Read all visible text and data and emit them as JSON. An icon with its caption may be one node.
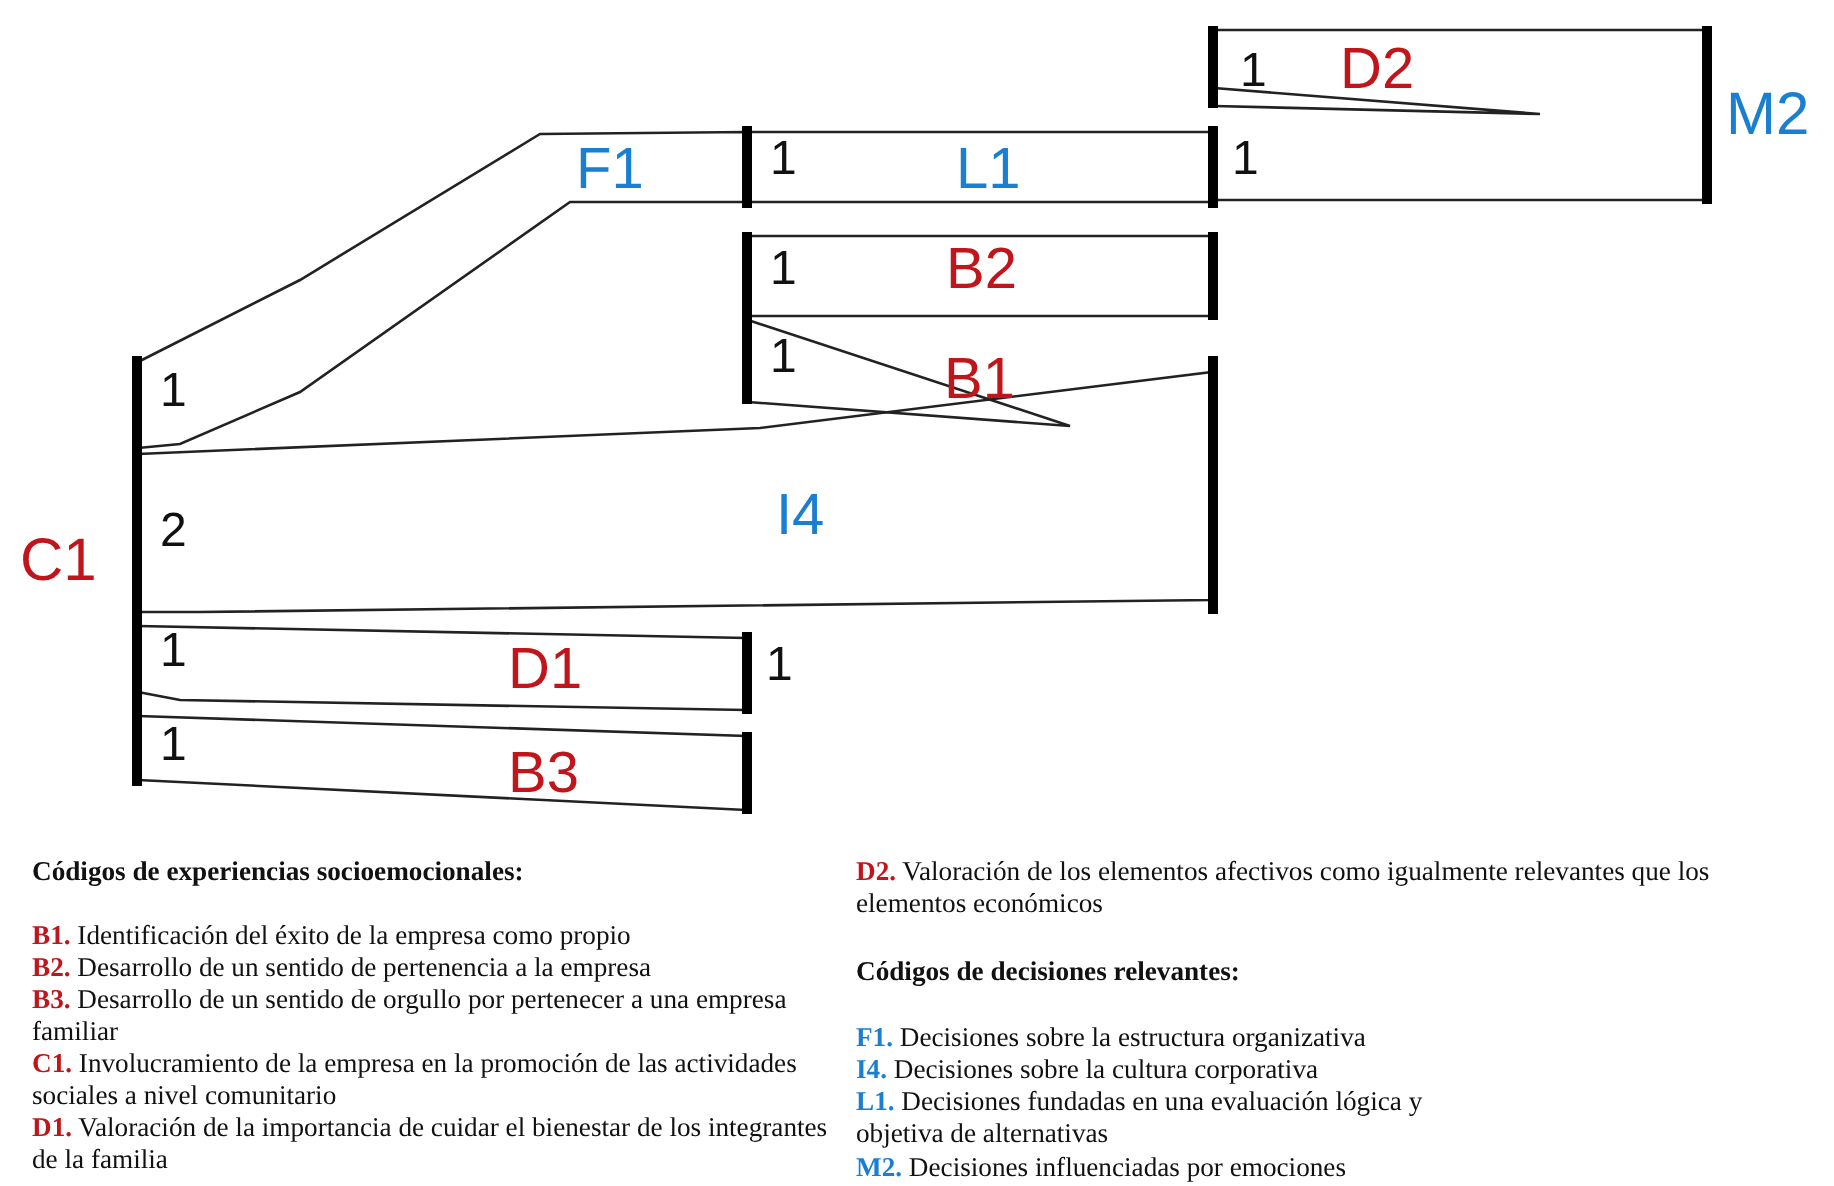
{
  "diagram": {
    "nodes": [
      {
        "text": [
          "C1"
        ],
        "beside": [
          "1",
          "2",
          "1",
          "1"
        ]
      },
      {
        "text": [],
        "shape": "bar",
        "beside": [
          "1"
        ]
      },
      {
        "text": [],
        "shape": "bar",
        "beside": [
          "1"
        ]
      },
      {
        "text": [],
        "shape": "bar",
        "beside": [
          "1"
        ]
      },
      {
        "text": [
          "M2"
        ]
      },
      {
        "text": [],
        "shape": "bar",
        "beside": [
          "1",
          "1"
        ]
      },
      {
        "text": [],
        "shape": "bar"
      },
      {
        "text": [],
        "shape": "bar"
      },
      {
        "text": [],
        "shape": "bar",
        "beside": [
          "1"
        ]
      },
      {
        "text": [],
        "shape": "bar"
      }
    ],
    "edges": [
      {
        "from": 0,
        "to": 1,
        "arrow": "none",
        "label": "F1"
      },
      {
        "from": 1,
        "to": 2,
        "arrow": "none",
        "label": "L1"
      },
      {
        "from": 2,
        "to": 4,
        "arrow": "none"
      },
      {
        "from": 3,
        "to": null,
        "arrow": "none",
        "label": "D2"
      },
      {
        "from": 5,
        "to": 6,
        "arrow": "none",
        "label": "B2"
      },
      {
        "from": 5,
        "to": null,
        "arrow": "none",
        "label": "B1"
      },
      {
        "from": 0,
        "to": 7,
        "arrow": "none",
        "label": "I4"
      },
      {
        "from": 0,
        "to": 8,
        "arrow": "none",
        "label": "D1"
      },
      {
        "from": 0,
        "to": 9,
        "arrow": "none",
        "label": "B3"
      },
      {
        "from": 3,
        "to": 4,
        "arrow": "none"
      }
    ],
    "labels": [
      "Códigos de experiencias socioemocionales:",
      "**B1.** Identificación del éxito de la empresa como propio",
      "**B2.** Desarrollo de un sentido de pertenencia a la empresa",
      "**B3.** Desarrollo de un sentido de orgullo por pertenecer a una empresa familiar",
      "**C1.** Involucramiento de la empresa en la promoción de las actividades sociales a nivel comunitario",
      "**D1.** Valoración de la importancia de cuidar el bienestar de los integrantes de la familia",
      "**D2.** Valoración de los elementos afectivos como igualmente relevantes que los elementos económicos",
      "Códigos de decisiones relevantes:",
      "**F1.** Decisiones sobre la estructura organizativa",
      "**I4.** Decisiones sobre la cultura corporativa",
      "**L1.** Decisiones fundadas en una evaluación lógica y objetiva de alternativas",
      "**M2.** Decisiones influenciadas por emociones"
    ]
  }
}
